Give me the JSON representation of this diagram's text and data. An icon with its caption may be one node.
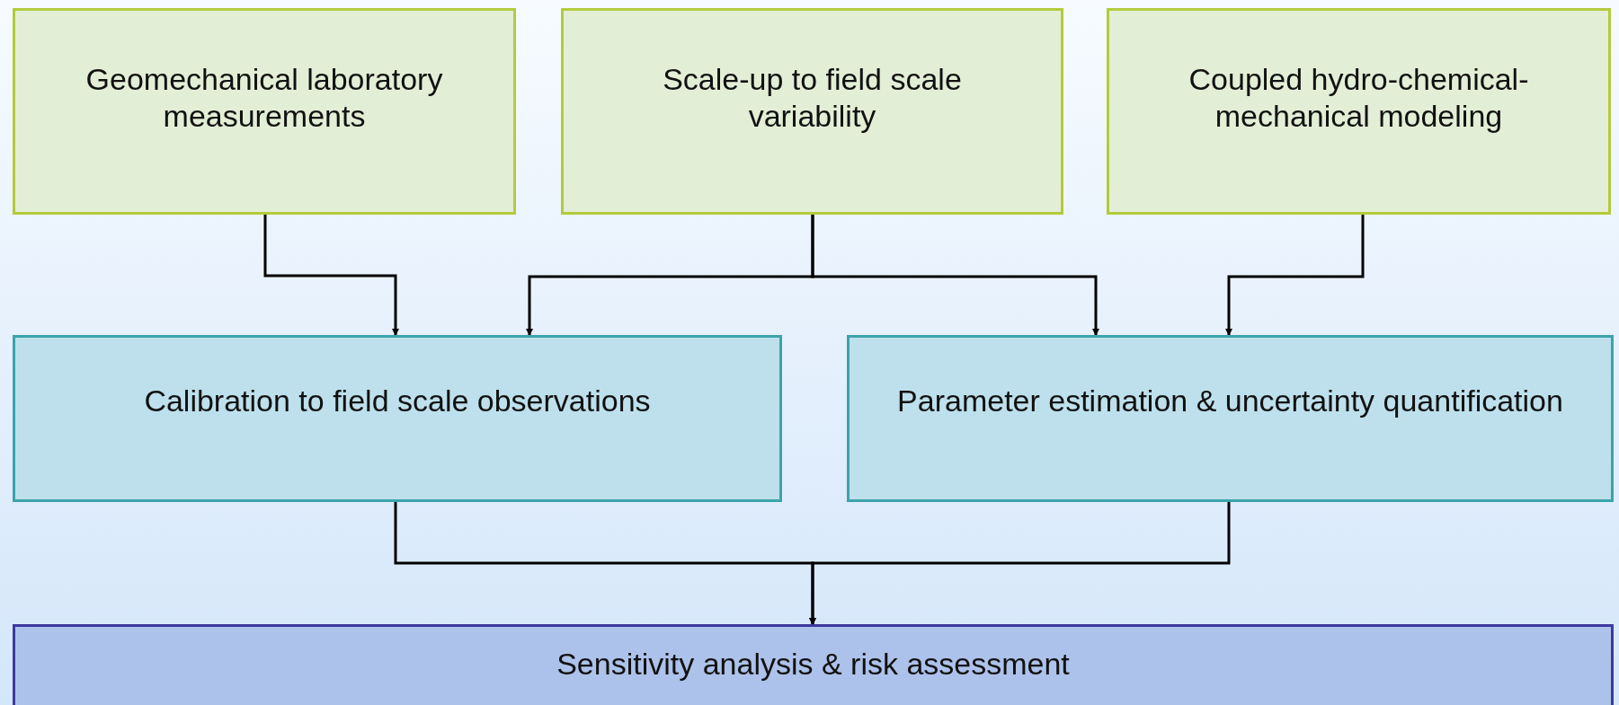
{
  "diagram": {
    "nodes": [
      {
        "text": [
          "Geomechanical laboratory measurements"
        ]
      },
      {
        "text": [
          "Scale-up to field scale variability"
        ]
      },
      {
        "text": [
          "Coupled hydro-chemical-mechanical modeling"
        ]
      },
      {
        "text": [
          "Calibration to field scale observations"
        ]
      },
      {
        "text": [
          "Parameter estimation & uncertainty quantification"
        ]
      },
      {
        "text": [
          "Sensitivity analysis & risk assessment"
        ]
      }
    ],
    "edges": [
      {
        "from": 0,
        "to": 3,
        "arrow": "to"
      },
      {
        "from": 1,
        "to": 3,
        "arrow": "to"
      },
      {
        "from": 1,
        "to": 4,
        "arrow": "to"
      },
      {
        "from": 2,
        "to": 4,
        "arrow": "to"
      },
      {
        "from": 3,
        "to": 5,
        "arrow": "to"
      },
      {
        "from": 4,
        "to": 5,
        "arrow": "to"
      }
    ]
  }
}
